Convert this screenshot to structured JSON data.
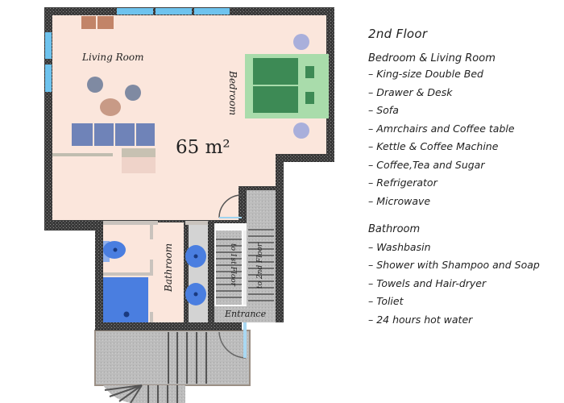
{
  "floor_plan": {
    "area_label": "65 m²",
    "rooms": {
      "living_room": "Living Room",
      "bedroom": "Bedroom",
      "bathroom": "Bathroom",
      "entrance": "Entrance"
    },
    "stairs": {
      "down": "to 1st Floor",
      "up": "to 2nd Floor"
    },
    "colors": {
      "floor": "#fbe6dc",
      "wall": "#3a3a3a",
      "window": "#6ec3ee",
      "bed": "#3d8a55",
      "bed_frame": "#a9dcab",
      "sofa": "#6f83b8",
      "bath_fixture": "#4a7ee0",
      "stair": "#b8b8b8"
    }
  },
  "legend": {
    "floor_title": "2nd Floor",
    "sections": [
      {
        "title": "Bedroom & Living Room",
        "items": [
          "– King-size Double Bed",
          "– Drawer & Desk",
          "– Sofa",
          "– Amrchairs and Coffee table",
          "– Kettle & Coffee Machine",
          "– Coffee,Tea and Sugar",
          "– Refrigerator",
          "– Microwave"
        ]
      },
      {
        "title": "Bathroom",
        "items": [
          "– Washbasin",
          "– Shower with Shampoo and Soap",
          "– Towels and Hair-dryer",
          "– Toliet",
          "– 24 hours hot water"
        ]
      }
    ]
  }
}
